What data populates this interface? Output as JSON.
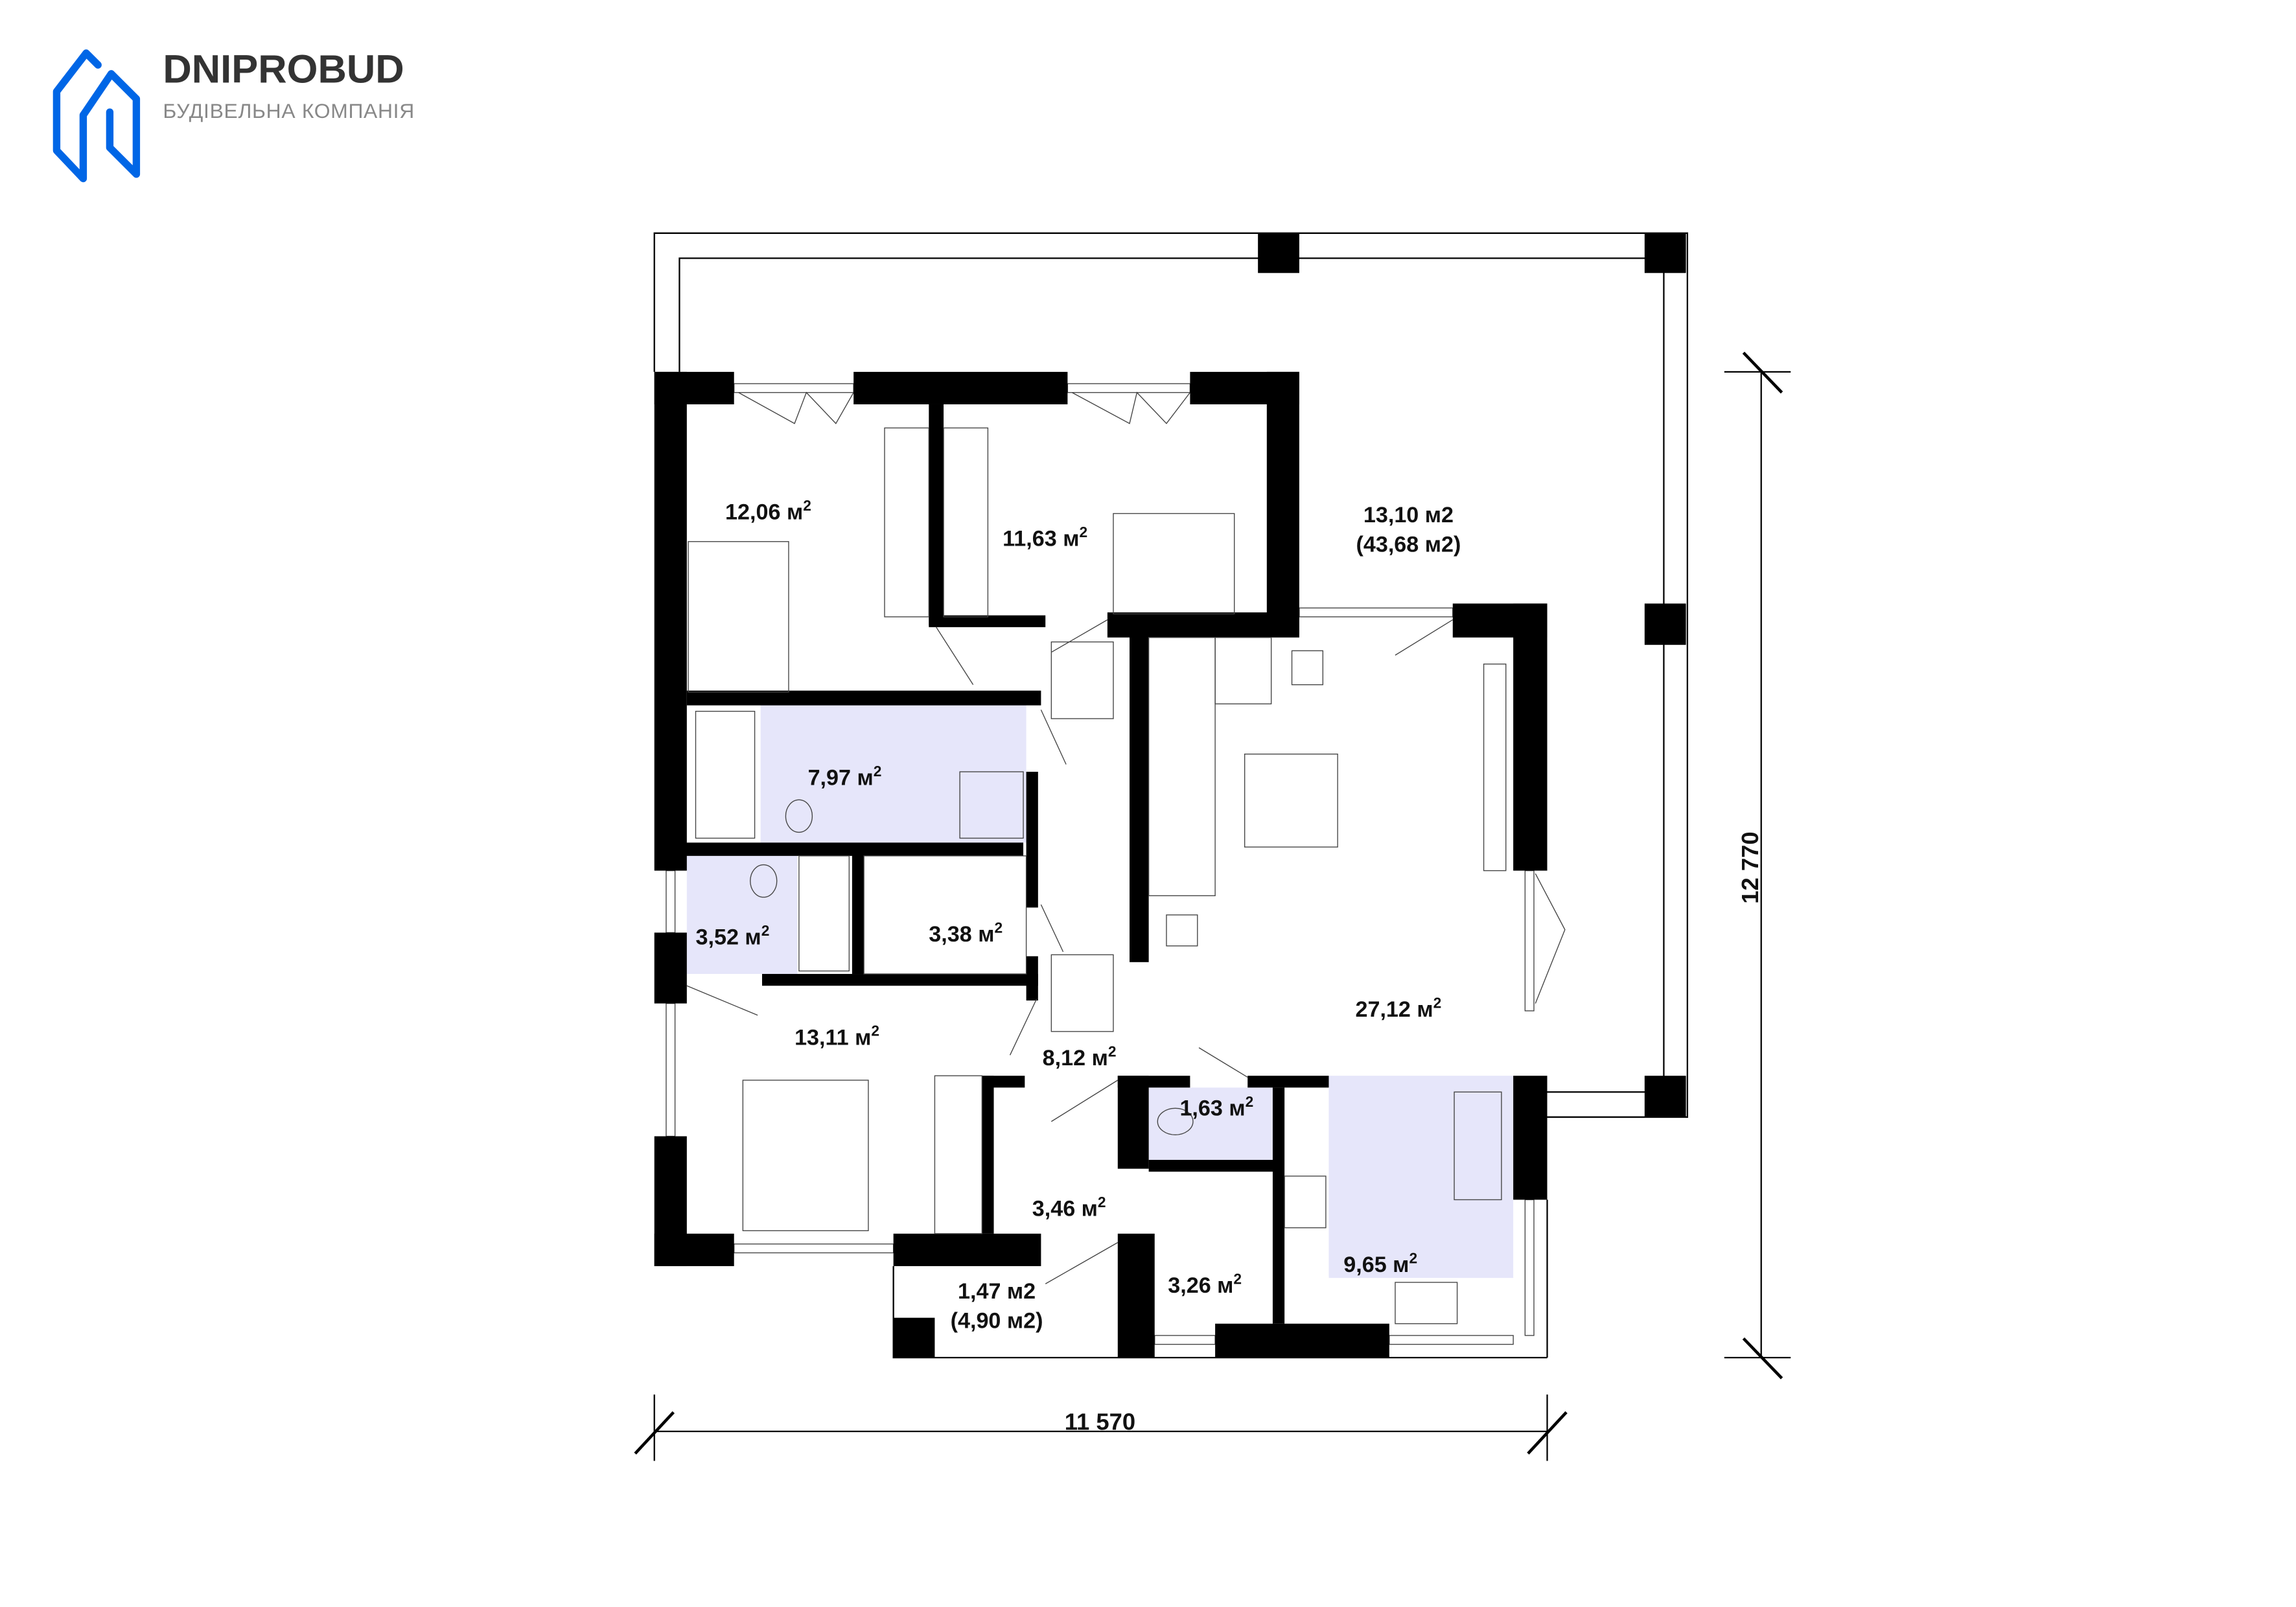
{
  "logo": {
    "name": "DNIPROBUD",
    "subtitle": "БУДІВЕЛЬНА КОМПАНІЯ",
    "color": "#0066e6"
  },
  "dimensions": {
    "width": "11 570",
    "height": "12 770"
  },
  "rooms": [
    {
      "id": "bedroom-1",
      "area": "12,06 м",
      "sup": "2"
    },
    {
      "id": "bedroom-2",
      "area": "11,63 м",
      "sup": "2"
    },
    {
      "id": "bathroom",
      "area": "7,97 м",
      "sup": "2"
    },
    {
      "id": "wc-small",
      "area": "3,52 м",
      "sup": "2"
    },
    {
      "id": "wardrobe",
      "area": "3,38 м",
      "sup": "2"
    },
    {
      "id": "bedroom-3",
      "area": "13,11 м",
      "sup": "2"
    },
    {
      "id": "hall",
      "area": "8,12 м",
      "sup": "2"
    },
    {
      "id": "wc",
      "area": "1,63 м",
      "sup": "2"
    },
    {
      "id": "dressing",
      "area": "3,46 м",
      "sup": "2"
    },
    {
      "id": "entry",
      "area": "3,26 м",
      "sup": "2"
    },
    {
      "id": "kitchen",
      "area": "9,65 м",
      "sup": "2"
    },
    {
      "id": "living",
      "area": "27,12 м",
      "sup": "2"
    }
  ],
  "terrace": {
    "area": "13,10 м2",
    "total": "(43,68 м2)"
  },
  "porch": {
    "area": "1,47 м2",
    "total": "(4,90 м2)"
  },
  "colors": {
    "wall": "#000000",
    "wet_zone": "#e6e6fa"
  }
}
